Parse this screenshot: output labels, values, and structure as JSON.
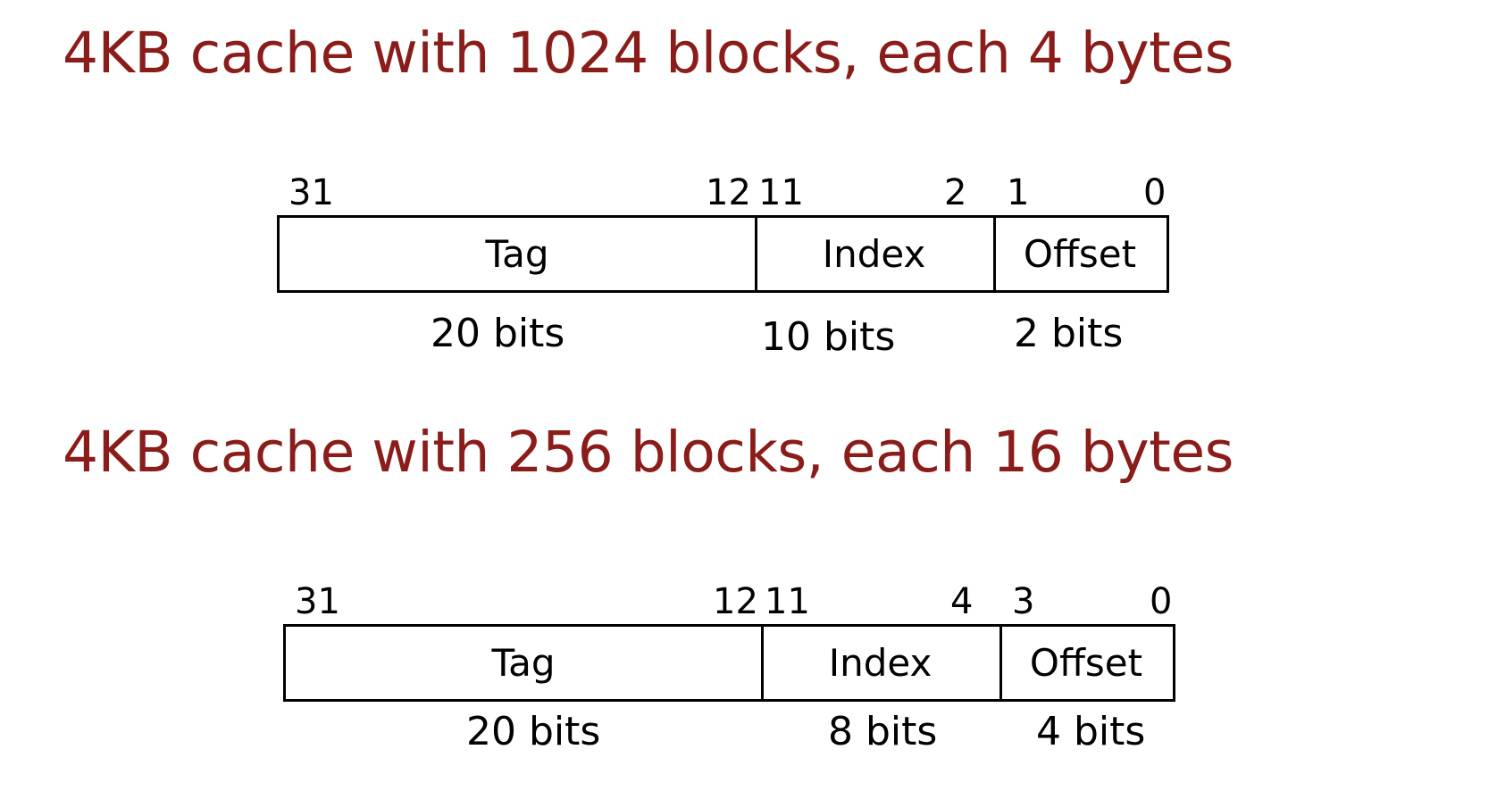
{
  "layouts": [
    {
      "title": "4KB cache with 1024 blocks, each 4 bytes",
      "bit_positions": {
        "tag_high": "31",
        "tag_low": "12",
        "index_high": "11",
        "index_low": "2",
        "offset_high": "1",
        "offset_low": "0"
      },
      "fields": [
        {
          "name": "Tag",
          "width": "20 bits"
        },
        {
          "name": "Index",
          "width": "10 bits"
        },
        {
          "name": "Offset",
          "width": "2 bits"
        }
      ]
    },
    {
      "title": "4KB cache with 256 blocks, each 16 bytes",
      "bit_positions": {
        "tag_high": "31",
        "tag_low": "12",
        "index_high": "11",
        "index_low": "4",
        "offset_high": "3",
        "offset_low": "0"
      },
      "fields": [
        {
          "name": "Tag",
          "width": "20 bits"
        },
        {
          "name": "Index",
          "width": "8 bits"
        },
        {
          "name": "Offset",
          "width": "4 bits"
        }
      ]
    }
  ],
  "colors": {
    "title": "#8a1c1a",
    "text": "#000000",
    "border": "#000000"
  }
}
